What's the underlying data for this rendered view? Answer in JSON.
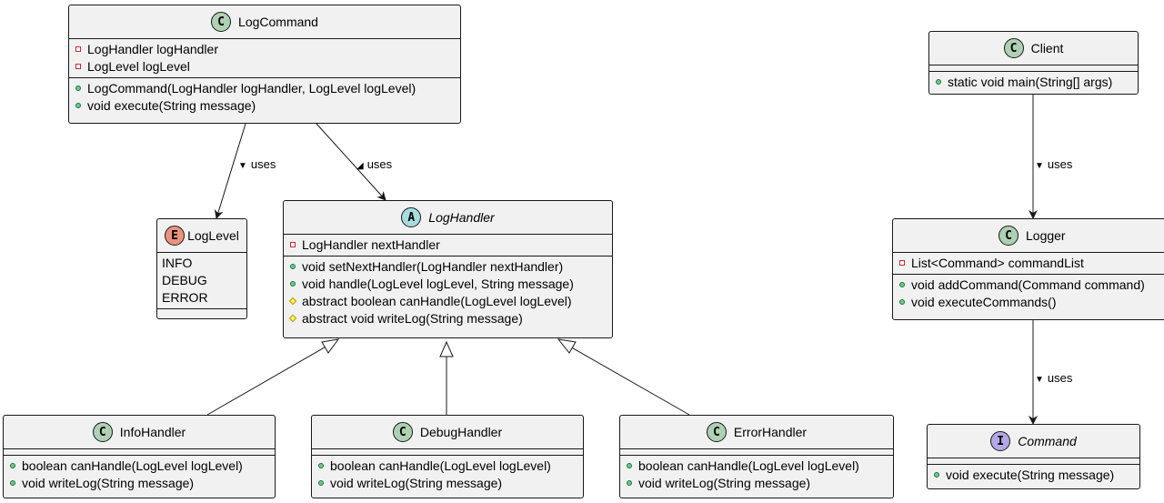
{
  "classes": {
    "log_command": {
      "badge": "C",
      "name": "LogCommand",
      "fields": [
        "LogHandler logHandler",
        "LogLevel logLevel"
      ],
      "methods": [
        "LogCommand(LogHandler logHandler, LogLevel logLevel)",
        "void execute(String message)"
      ]
    },
    "log_level": {
      "badge": "E",
      "name": "LogLevel",
      "values": [
        "INFO",
        "DEBUG",
        "ERROR"
      ]
    },
    "log_handler": {
      "badge": "A",
      "name": "LogHandler",
      "fields": [
        "LogHandler nextHandler"
      ],
      "methods": [
        "void setNextHandler(LogHandler nextHandler)",
        "void handle(LogLevel logLevel, String message)",
        "abstract boolean canHandle(LogLevel logLevel)",
        "abstract void writeLog(String message)"
      ]
    },
    "info_handler": {
      "badge": "C",
      "name": "InfoHandler",
      "methods": [
        "boolean canHandle(LogLevel logLevel)",
        "void writeLog(String message)"
      ]
    },
    "debug_handler": {
      "badge": "C",
      "name": "DebugHandler",
      "methods": [
        "boolean canHandle(LogLevel logLevel)",
        "void writeLog(String message)"
      ]
    },
    "error_handler": {
      "badge": "C",
      "name": "ErrorHandler",
      "methods": [
        "boolean canHandle(LogLevel logLevel)",
        "void writeLog(String message)"
      ]
    },
    "client": {
      "badge": "C",
      "name": "Client",
      "methods": [
        "static void main(String[] args)"
      ]
    },
    "logger": {
      "badge": "C",
      "name": "Logger",
      "fields": [
        "List<Command> commandList"
      ],
      "methods": [
        "void addCommand(Command command)",
        "void executeCommands()"
      ]
    },
    "command": {
      "badge": "I",
      "name": "Command",
      "methods": [
        "void execute(String message)"
      ]
    }
  },
  "relations": {
    "uses_label": "uses"
  },
  "colors": {
    "class_bg": "#f1f1f1",
    "border": "#181818",
    "class_badge": "#add1b2",
    "abstract_badge": "#a9dcdf",
    "enum_badge": "#eb937f",
    "interface_badge": "#b4a7e5"
  }
}
